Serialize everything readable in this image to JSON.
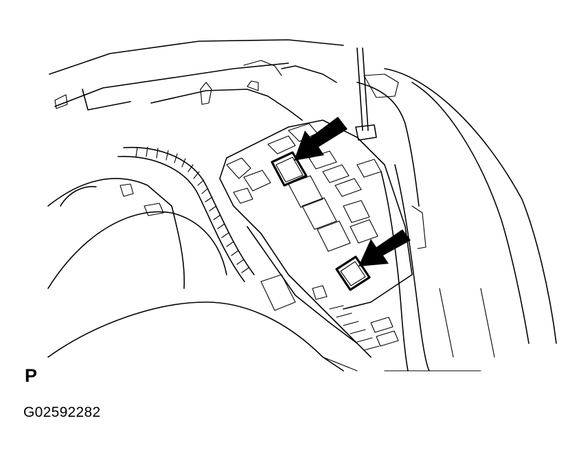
{
  "view_letter": "P",
  "figure_code": "G02592282",
  "colors": {
    "line": "#000000",
    "background": "#ffffff"
  },
  "callouts": [
    {
      "name": "relay-callout-arrow-upper",
      "points_to": "upper-relay"
    },
    {
      "name": "relay-callout-arrow-lower",
      "points_to": "lower-relay"
    }
  ]
}
